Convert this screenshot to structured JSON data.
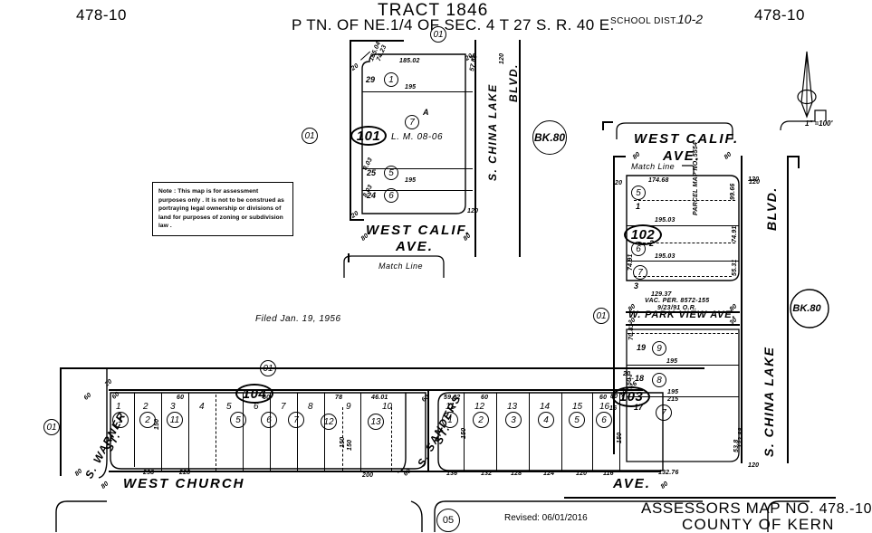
{
  "document": {
    "title_main": "TRACT  1846",
    "title_sub": "P TN. OF NE.1/4 OF SEC. 4 T 27 S. R. 40 E.",
    "school_dist_label": "SCHOOL DIST.",
    "school_dist_value": "10-2",
    "corner_top_left": "478-10",
    "corner_top_right": "478-10",
    "map_number_label": "ASSESSORS MAP NO.",
    "map_number_value": "478.-10",
    "county": "COUNTY OF KERN",
    "revised": "Revised:  06/01/2016",
    "filed": "Filed  Jan. 19, 1956",
    "scale": "1\" =100'",
    "note": "Note : This map is for assessment purposes only . It is not to be construed as portraying legal ownership or divisions of land for purposes of zoning or subdivision law .",
    "match_line_top": "Match Line",
    "match_line_right": "Match Line",
    "lm_reference": "L. M. 08-06",
    "parcel_map_label": "PARCEL  MAP  NO. 5554",
    "vacation_note_line1": "VAC. PER. 8572-155",
    "vacation_note_line2": "9/23/91 O.R."
  },
  "streets": {
    "s_china_lake_blvd_top": "S. CHINA LAKE",
    "s_china_lake_blvd_top2": "BLVD.",
    "blvd_right": "BLVD.",
    "s_china_lake_right": "S. CHINA LAKE",
    "west_calif_ave_left_1": "WEST CALIF.",
    "west_calif_ave_left_2": "AVE.",
    "west_calif_ave_right_1": "WEST CALIF.",
    "west_calif_ave_right_2": "AVE.",
    "w_park_view_ave": "W. PARK VIEW AVE.",
    "s_warner_st_1": "S. WARNER",
    "s_warner_st_2": "ST.",
    "s_sanders_st_1": "S. SANDERS",
    "s_sanders_st_2": "ST.",
    "west_church_1": "WEST  CHURCH",
    "west_church_2": "AVE."
  },
  "book_callouts": {
    "bk80_top": "BK.80",
    "bk80_right": "BK.80"
  },
  "page_callouts": {
    "p01_a": "01",
    "p01_b": "01",
    "p01_c": "01",
    "p01_d": "01",
    "p01_e": "01",
    "p01_f": "01",
    "p05": "05"
  },
  "parcel_callouts": {
    "c101": "101",
    "c102": "102",
    "c103": "103",
    "c104": "104"
  },
  "blocks": {
    "north_block": {
      "name": "tract-1846-north-block",
      "top_dim": "185.02",
      "mid_dim": "195",
      "mid_dim2": "195",
      "left_dims": [
        "20",
        "185.04",
        "74.23",
        "29",
        "9.25",
        "8.03",
        "24",
        "20"
      ],
      "right_dims": [
        "20",
        "57.60",
        "120"
      ],
      "bottom_dims": [
        "80",
        "80"
      ],
      "parcels": [
        {
          "lot": "29",
          "circle": "1"
        },
        {
          "lot": "A",
          "circle": "7",
          "sub": "L. M. 08-06"
        },
        {
          "lot": "25",
          "circle": "5"
        },
        {
          "lot": "24",
          "circle": "6"
        }
      ]
    },
    "east_block": {
      "name": "parcel-map-5554-block",
      "dims": [
        "20",
        "174.68",
        "120",
        "195.03",
        "195.03",
        "99.66",
        "74.91",
        "55.31",
        "129.37",
        "80",
        "80"
      ],
      "parcels": [
        {
          "circle": "5",
          "lot": "1"
        },
        {
          "circle": "6",
          "lot": "2"
        },
        {
          "circle": "7",
          "lot": "3"
        }
      ]
    },
    "east_lower_block": {
      "name": "east-lower-block",
      "dims": [
        "20",
        "195",
        "195",
        "215",
        "104.26",
        "2.18",
        "20",
        "80",
        "16",
        "132.76",
        "120",
        "122.88",
        "53.8"
      ],
      "parcels": [
        {
          "circle": "9",
          "lot": "19"
        },
        {
          "circle": "8",
          "lot": "18"
        },
        {
          "circle": "7",
          "lot": "17"
        }
      ]
    },
    "south_west_block": {
      "name": "south-west-lot-row",
      "top_dims": [
        "20",
        "60",
        "60",
        "60",
        "78",
        "46.01"
      ],
      "bottom_dims": [
        "238",
        "228",
        "160",
        "150",
        "200"
      ],
      "side_dims": [
        "60",
        "80",
        "150"
      ],
      "lots": [
        {
          "lot": "1",
          "circle": "1"
        },
        {
          "lot": "2",
          "circle": "2"
        },
        {
          "lot": "3",
          "circle": "11"
        },
        {
          "lot": "4",
          "circle": ""
        },
        {
          "lot": "5",
          "circle": "5"
        },
        {
          "lot": "6",
          "circle": "6"
        },
        {
          "lot": "7",
          "circle": "7"
        },
        {
          "lot": "8",
          "circle": "12"
        },
        {
          "lot": "9",
          "circle": ""
        },
        {
          "lot": "10",
          "circle": "13"
        }
      ]
    },
    "south_east_block": {
      "name": "south-east-lot-row",
      "top_dims": [
        "59.02",
        "60",
        "60",
        "60",
        "60",
        "60",
        "80"
      ],
      "bottom_dims": [
        "136",
        "132",
        "128",
        "124",
        "120",
        "116",
        "132.76"
      ],
      "side_dims": [
        "60",
        "150",
        "150"
      ],
      "lots": [
        {
          "lot": "11",
          "circle": "1"
        },
        {
          "lot": "12",
          "circle": "2"
        },
        {
          "lot": "13",
          "circle": "3"
        },
        {
          "lot": "14",
          "circle": "4"
        },
        {
          "lot": "15",
          "circle": "5"
        },
        {
          "lot": "16",
          "circle": "6"
        },
        {
          "lot": "17",
          "circle": "7"
        }
      ]
    }
  }
}
